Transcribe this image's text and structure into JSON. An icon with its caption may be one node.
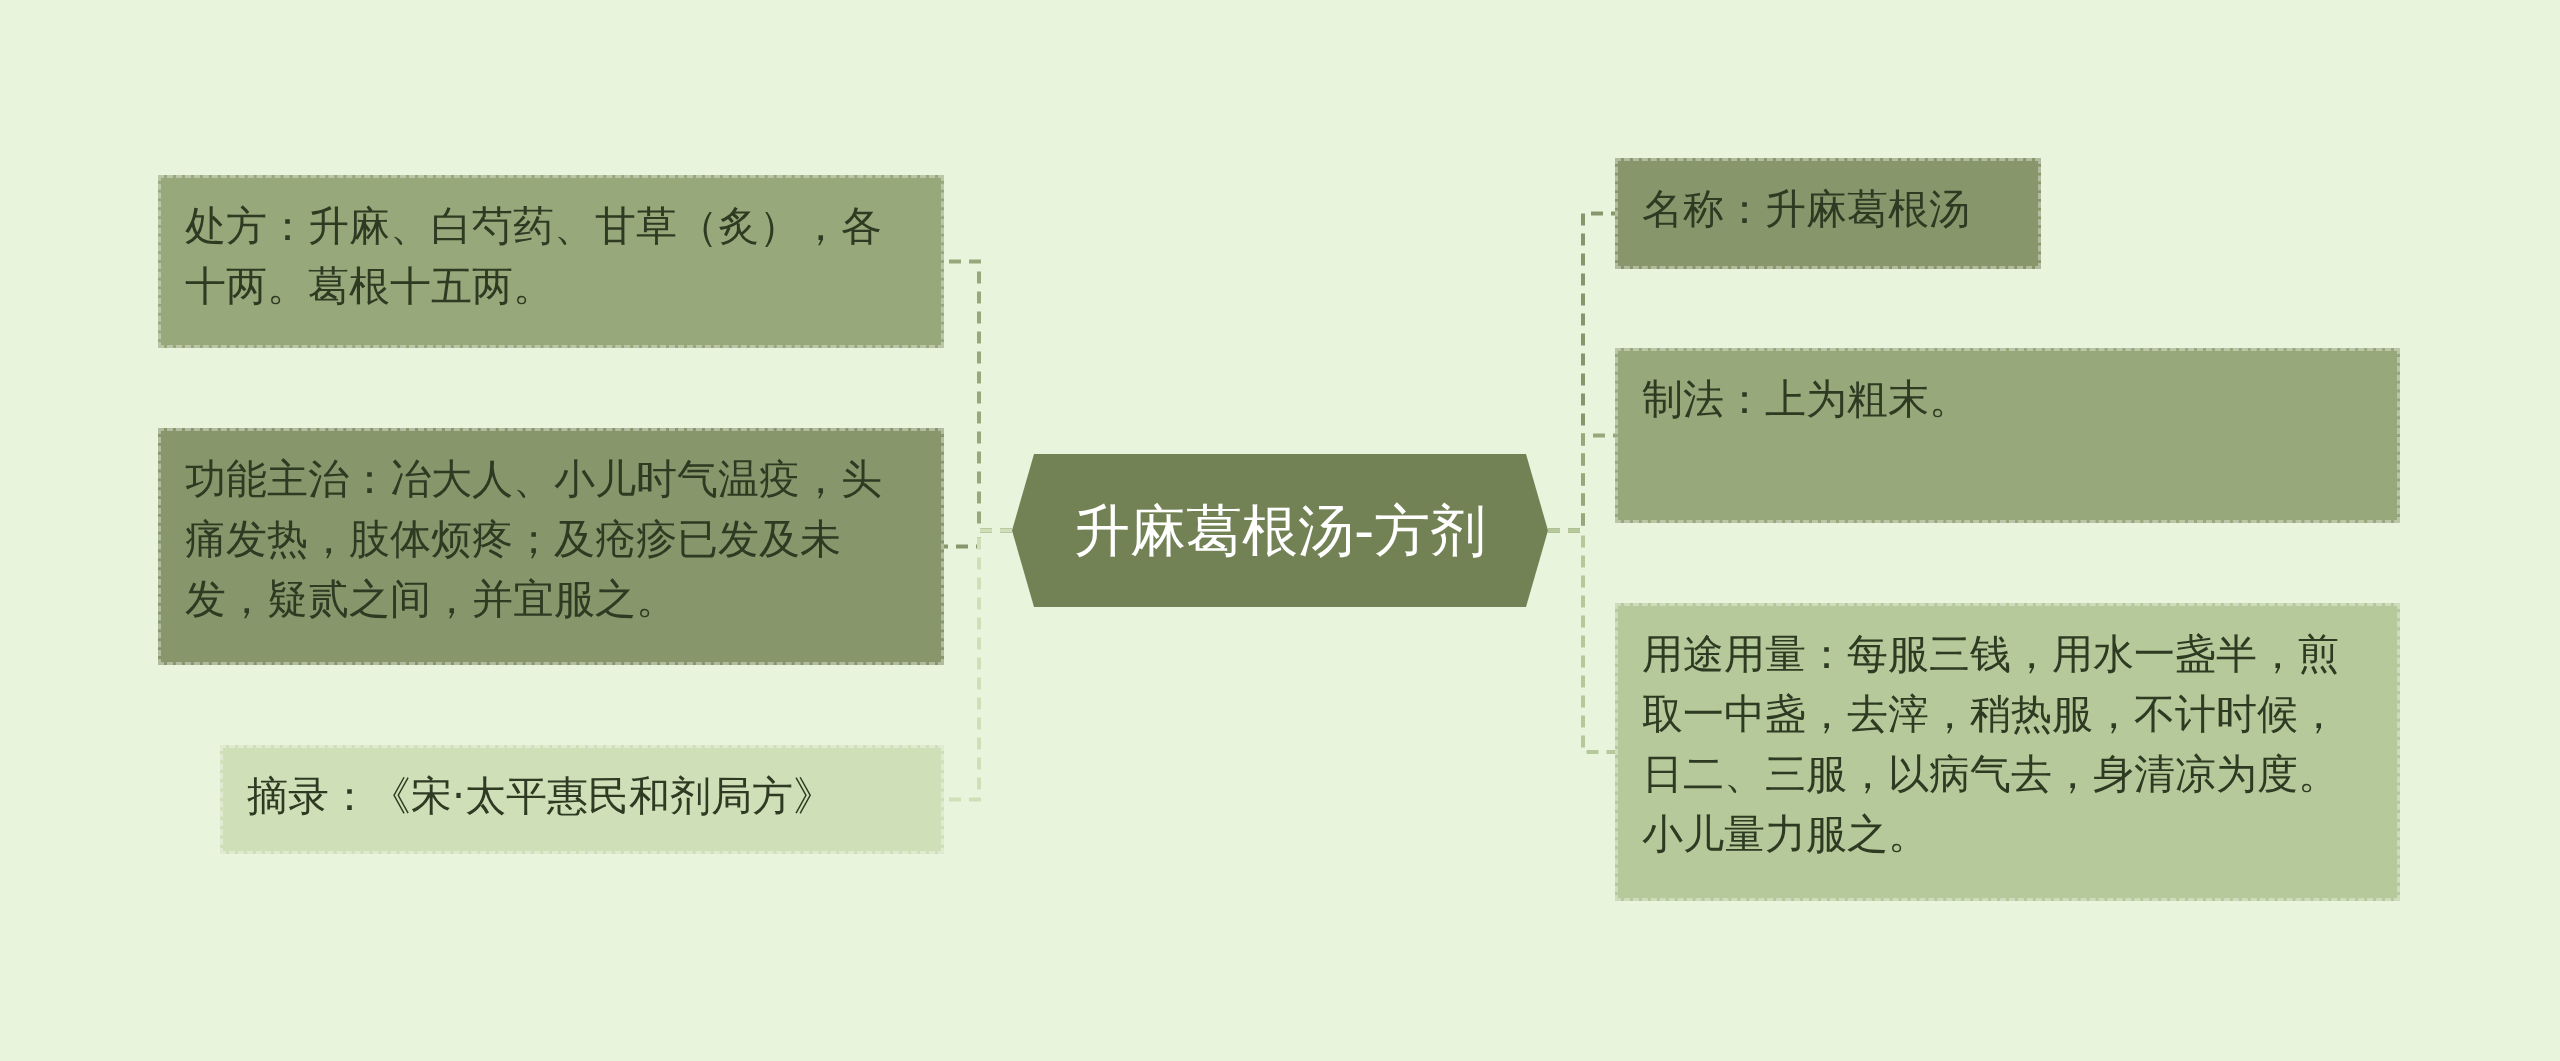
{
  "diagram": {
    "nodes": [
      {
        "text": [
          "升麻葛根汤-方剂"
        ]
      },
      {
        "text": [
          "处方：升麻、白芍药、甘草（炙），各十两。葛根十五两。"
        ]
      },
      {
        "text": [
          "功能主治：冶大人、小儿时气温疫，头痛发热，肢体烦疼；及疮疹已发及未发，疑贰之间，并宜服之。"
        ]
      },
      {
        "text": [
          "摘录：《宋·太平惠民和剂局方》"
        ]
      },
      {
        "text": [
          "名称：升麻葛根汤"
        ]
      },
      {
        "text": [
          "制法：上为粗末。"
        ]
      },
      {
        "text": [
          "用途用量：每服三钱，用水一盏半，煎取一中盏，去滓，稍热服，不计时候，日二、三服，以病气去，身清凉为度。小儿量力服之。"
        ]
      }
    ],
    "edges": [
      {
        "from": 0,
        "to": 1,
        "arrow": "none"
      },
      {
        "from": 0,
        "to": 2,
        "arrow": "none"
      },
      {
        "from": 0,
        "to": 3,
        "arrow": "none"
      },
      {
        "from": 0,
        "to": 4,
        "arrow": "none"
      },
      {
        "from": 0,
        "to": 5,
        "arrow": "none"
      },
      {
        "from": 0,
        "to": 6,
        "arrow": "none"
      }
    ]
  }
}
